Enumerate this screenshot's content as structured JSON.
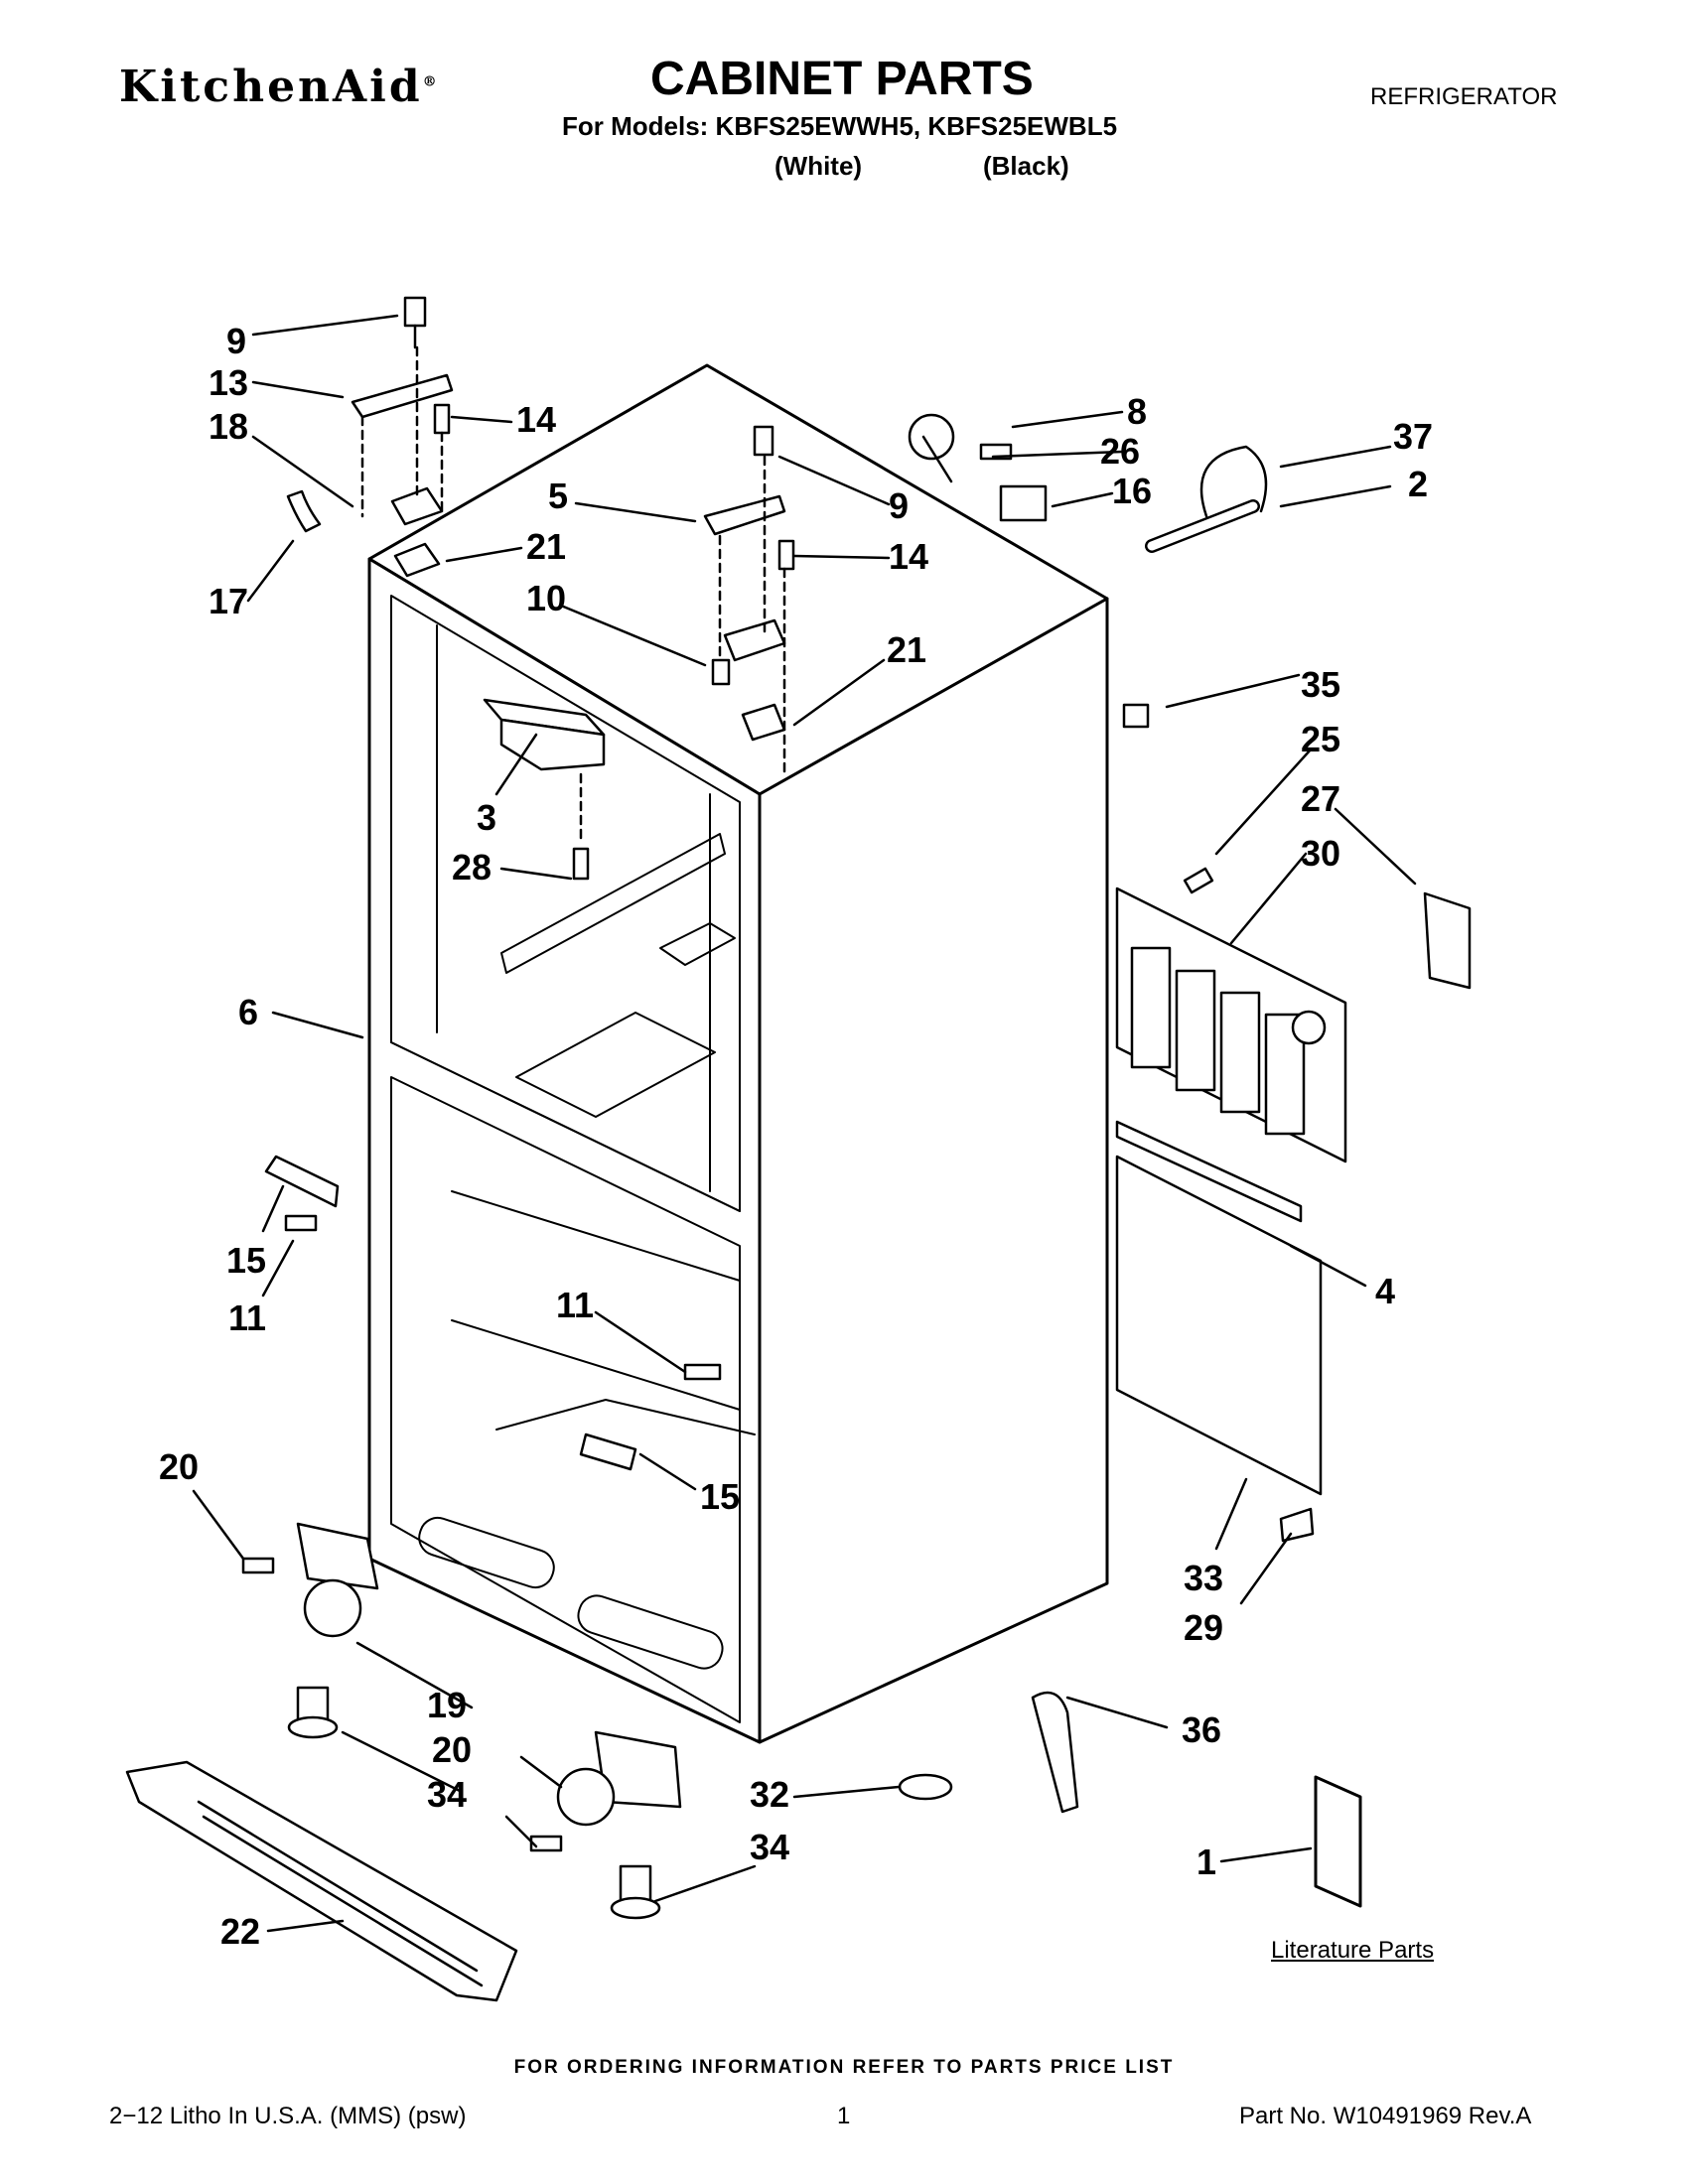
{
  "header": {
    "brand": "KitchenAid",
    "title": "CABINET PARTS",
    "appliance": "REFRIGERATOR",
    "models": "For Models: KBFS25EWWH5, KBFS25EWBL5",
    "variant_white": "(White)",
    "variant_black": "(Black)"
  },
  "diagram": {
    "callouts": [
      "9",
      "13",
      "18",
      "14",
      "17",
      "21",
      "5",
      "9",
      "14",
      "10",
      "21",
      "8",
      "26",
      "16",
      "37",
      "2",
      "3",
      "28",
      "35",
      "25",
      "27",
      "30",
      "6",
      "15",
      "11",
      "11",
      "4",
      "15",
      "20",
      "33",
      "29",
      "19",
      "20",
      "34",
      "32",
      "34",
      "36",
      "1",
      "22"
    ],
    "literature_label": "Literature Parts"
  },
  "footer": {
    "ordering_note": "FOR ORDERING INFORMATION REFER TO PARTS PRICE LIST",
    "print_info": "2−12 Litho In U.S.A. (MMS) (psw)",
    "page_number": "1",
    "part_number": "Part No. W10491969 Rev.A"
  }
}
